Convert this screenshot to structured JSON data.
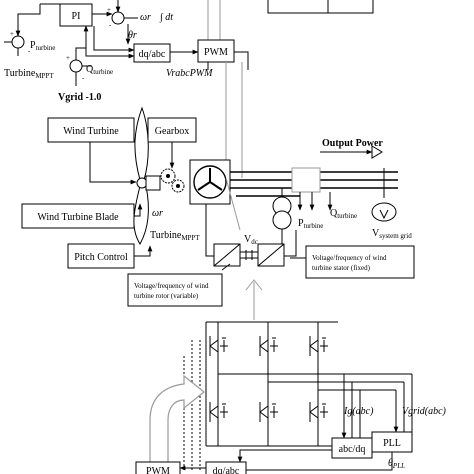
{
  "blocks": {
    "pi": "PI",
    "dqabc": "dq/abc",
    "pwm": "PWM",
    "wind_turbine": "Wind Turbine",
    "gearbox": "Gearbox",
    "wind_turbine_blade": "Wind Turbine Blade",
    "pitch_control": "Pitch Control",
    "abcdq": "abc/dq",
    "pll": "PLL",
    "pwm_bottom": "PWM",
    "bottom_block": "dq/abc"
  },
  "signals": {
    "omega_r": "ωr",
    "integral": "∫ dt",
    "theta_r": "θr",
    "p_turbine": "P",
    "p_turbine_sub": "turbine",
    "q_turbine": "Q",
    "q_turbine_sub": "turbine",
    "turbine_mppt": "Turbine",
    "turbine_mppt_sub": "MPPT",
    "vgrid_ref": "Vgrid -1.0",
    "vabc_pwm": "VrabcPWM",
    "output_power": "Output Power",
    "p_turbine2": "P",
    "p_turbine2_sub": "turbine",
    "q_turbine2": "Q",
    "q_turbine2_sub": "turbine",
    "v_system": "V",
    "v_system_sub": "system grid",
    "omega_r2": "ωr",
    "turbine_mppt2": "Turbine",
    "turbine_mppt2_sub": "MPPT",
    "vdc": "V",
    "vdc_sub": "dc",
    "igabc": "Ig(abc)",
    "vgrid_abc": "Vgrid(abc)",
    "theta_pll": "θ",
    "theta_pll_sub": "PLL"
  },
  "signs": {
    "plus1": "+",
    "minus1": "-",
    "plus2": "+",
    "minus2": "-",
    "plus3": "+",
    "minus3": "-",
    "plus4": "+",
    "minus4": "-"
  },
  "notes": {
    "rotor_line1": "Voltage/frequency of wind",
    "rotor_line2": "turbine rotor (variable)",
    "stator_line1": "Voltage/frequency of wind",
    "stator_line2": "turbine stator (fixed)"
  }
}
